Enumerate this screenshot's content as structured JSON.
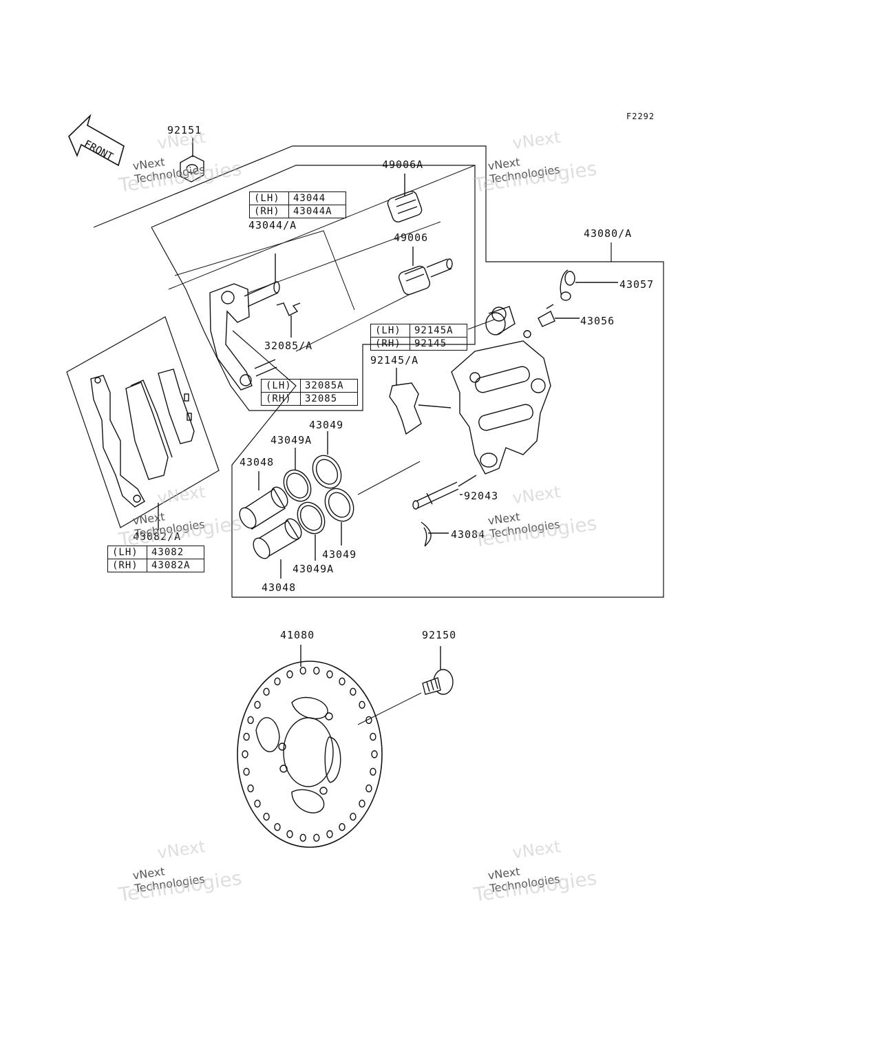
{
  "figure_code": "F2292",
  "front_arrow": "FRONT",
  "callouts": {
    "c92151": "92151",
    "c49006A": "49006A",
    "c43044_A": "43044/A",
    "c49006": "49006",
    "c43080_A": "43080/A",
    "c43057": "43057",
    "c43056": "43056",
    "c32085_A": "32085/A",
    "c92145_A": "92145/A",
    "c43049_top": "43049",
    "c43049A_top": "43049A",
    "c43048_top": "43048",
    "c92043": "92043",
    "c43084": "43084",
    "c43082_A": "43082/A",
    "c43049_bot": "43049",
    "c43049A_bot": "43049A",
    "c43048_bot": "43048",
    "c41080": "41080",
    "c92150": "92150"
  },
  "tables": {
    "t43044": [
      {
        "side": "(LH)",
        "part": "43044"
      },
      {
        "side": "(RH)",
        "part": "43044A"
      }
    ],
    "t92145": [
      {
        "side": "(LH)",
        "part": "92145A"
      },
      {
        "side": "(RH)",
        "part": "92145"
      }
    ],
    "t32085": [
      {
        "side": "(LH)",
        "part": "32085A"
      },
      {
        "side": "(RH)",
        "part": "32085"
      }
    ],
    "t43082": [
      {
        "side": "(LH)",
        "part": "43082"
      },
      {
        "side": "(RH)",
        "part": "43082A"
      }
    ]
  },
  "watermark": {
    "line1": "vNext",
    "line2": "vNext Technologies",
    "line3": "Technologies"
  }
}
